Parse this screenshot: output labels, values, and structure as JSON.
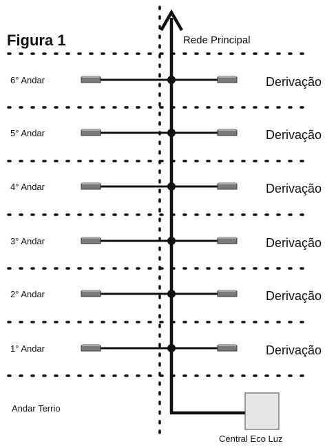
{
  "title": "Figura 1",
  "main_line_label": "Rede Principal",
  "branch_label": "Derivação",
  "floors": [
    {
      "label": "6° Andar"
    },
    {
      "label": "5° Andar"
    },
    {
      "label": "4° Andar"
    },
    {
      "label": "3° Andar"
    },
    {
      "label": "2° Andar"
    },
    {
      "label": "1° Andar"
    }
  ],
  "ground_floor_label": "Andar Terrio",
  "central_label": "Central Eco Luz",
  "colors": {
    "line": "#111111",
    "device_fill": "#7a7a7a",
    "central_fill": "#e6e6e6"
  },
  "icons": {
    "arrow": "arrow-up-icon",
    "junction": "junction-dot-icon",
    "device": "outlet-device-icon"
  }
}
